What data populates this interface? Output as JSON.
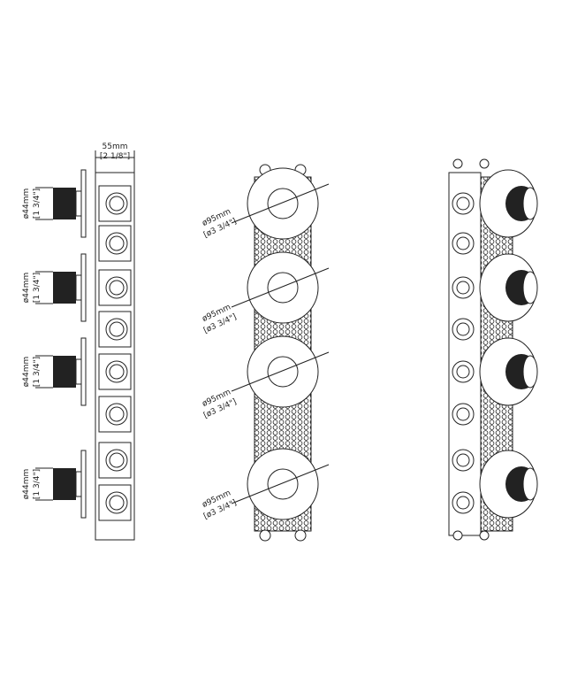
{
  "side_view": {
    "width_label": "55mm",
    "width_label_imperial": "[2 1/8\"]",
    "knob_dimensions": [
      {
        "metric": "ø44mm",
        "imperial": "[1 3/4\"]"
      },
      {
        "metric": "ø44mm",
        "imperial": "[1 3/4\"]"
      },
      {
        "metric": "ø44mm",
        "imperial": "[1 3/4\"]"
      },
      {
        "metric": "ø44mm",
        "imperial": "[1 3/4\"]"
      }
    ]
  },
  "front_view": {
    "plate_dimensions": [
      {
        "metric": "ø95mm",
        "imperial": "[ø3 3/4\"]"
      },
      {
        "metric": "ø95mm",
        "imperial": "[ø3 3/4\"]"
      },
      {
        "metric": "ø95mm",
        "imperial": "[ø3 3/4\"]"
      },
      {
        "metric": "ø95mm",
        "imperial": "[ø3 3/4\"]"
      }
    ]
  },
  "colors": {
    "line": "#222222",
    "background": "#ffffff"
  }
}
